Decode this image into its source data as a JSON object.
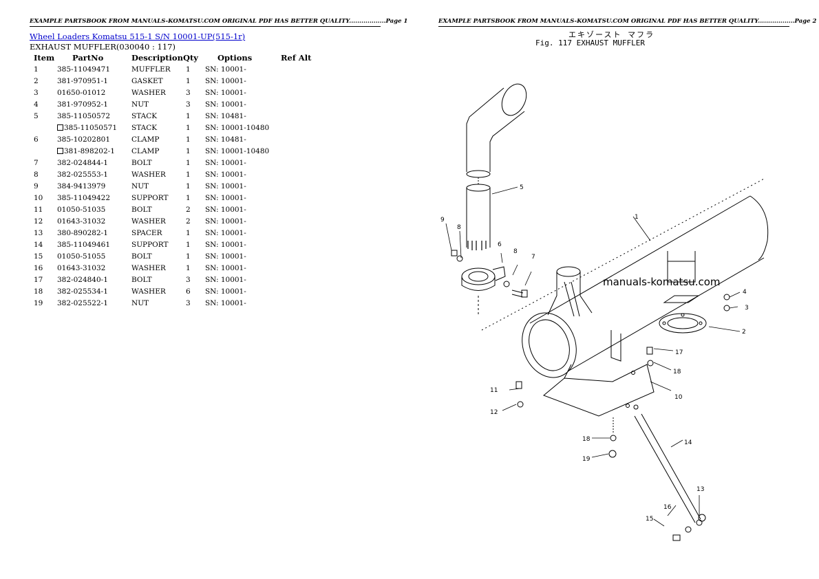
{
  "header": {
    "left": "EXAMPLE PARTSBOOK FROM MANUALS-KOMATSU.COM ORIGINAL PDF HAS BETTER QUALITY..................Page 1",
    "right": "EXAMPLE PARTSBOOK FROM MANUALS-KOMATSU.COM ORIGINAL PDF HAS BETTER QUALITY..................Page 2"
  },
  "title_link": "Wheel Loaders Komatsu  515-1  S/N  10001-UP(515-1r)",
  "subtitle": "EXHAUST MUFFLER(030040 : 117)",
  "table": {
    "headers": [
      "Item",
      "PartNo",
      "Description",
      "Qty",
      "Options",
      "Ref Alt"
    ],
    "rows": [
      {
        "item": "1",
        "alt": false,
        "part": "385-11049471",
        "desc": "MUFFLER",
        "qty": "1",
        "opt": "SN: 10001-"
      },
      {
        "item": "2",
        "alt": false,
        "part": "381-970951-1",
        "desc": "GASKET",
        "qty": "1",
        "opt": "SN: 10001-"
      },
      {
        "item": "3",
        "alt": false,
        "part": "01650-01012",
        "desc": "WASHER",
        "qty": "3",
        "opt": "SN: 10001-"
      },
      {
        "item": "4",
        "alt": false,
        "part": "381-970952-1",
        "desc": "NUT",
        "qty": "3",
        "opt": "SN: 10001-"
      },
      {
        "item": "5",
        "alt": false,
        "part": "385-11050572",
        "desc": "STACK",
        "qty": "1",
        "opt": "SN: 10481-"
      },
      {
        "item": "",
        "alt": true,
        "part": "385-11050571",
        "desc": "STACK",
        "qty": "1",
        "opt": "SN: 10001-10480"
      },
      {
        "item": "6",
        "alt": false,
        "part": "385-10202801",
        "desc": "CLAMP",
        "qty": "1",
        "opt": "SN: 10481-"
      },
      {
        "item": "",
        "alt": true,
        "part": "381-898202-1",
        "desc": "CLAMP",
        "qty": "1",
        "opt": "SN: 10001-10480"
      },
      {
        "item": "7",
        "alt": false,
        "part": "382-024844-1",
        "desc": "BOLT",
        "qty": "1",
        "opt": "SN: 10001-"
      },
      {
        "item": "8",
        "alt": false,
        "part": "382-025553-1",
        "desc": "WASHER",
        "qty": "1",
        "opt": "SN: 10001-"
      },
      {
        "item": "9",
        "alt": false,
        "part": "384-9413979",
        "desc": "NUT",
        "qty": "1",
        "opt": "SN: 10001-"
      },
      {
        "item": "10",
        "alt": false,
        "part": "385-11049422",
        "desc": "SUPPORT",
        "qty": "1",
        "opt": "SN: 10001-"
      },
      {
        "item": "11",
        "alt": false,
        "part": "01050-51035",
        "desc": "BOLT",
        "qty": "2",
        "opt": "SN: 10001-"
      },
      {
        "item": "12",
        "alt": false,
        "part": "01643-31032",
        "desc": "WASHER",
        "qty": "2",
        "opt": "SN: 10001-"
      },
      {
        "item": "13",
        "alt": false,
        "part": "380-890282-1",
        "desc": "SPACER",
        "qty": "1",
        "opt": "SN: 10001-"
      },
      {
        "item": "14",
        "alt": false,
        "part": "385-11049461",
        "desc": "SUPPORT",
        "qty": "1",
        "opt": "SN: 10001-"
      },
      {
        "item": "15",
        "alt": false,
        "part": "01050-51055",
        "desc": "BOLT",
        "qty": "1",
        "opt": "SN: 10001-"
      },
      {
        "item": "16",
        "alt": false,
        "part": "01643-31032",
        "desc": "WASHER",
        "qty": "1",
        "opt": "SN: 10001-"
      },
      {
        "item": "17",
        "alt": false,
        "part": "382-024840-1",
        "desc": "BOLT",
        "qty": "3",
        "opt": "SN: 10001-"
      },
      {
        "item": "18",
        "alt": false,
        "part": "382-025534-1",
        "desc": "WASHER",
        "qty": "6",
        "opt": "SN: 10001-"
      },
      {
        "item": "19",
        "alt": false,
        "part": "382-025522-1",
        "desc": "NUT",
        "qty": "3",
        "opt": "SN: 10001-"
      }
    ]
  },
  "figure": {
    "title_jp": "エキゾースト マフラ",
    "title_en": "Fig. 117  EXHAUST  MUFFLER",
    "watermark": "manuals-komatsu.com",
    "callouts": {
      "c1": "1",
      "c2": "2",
      "c3": "3",
      "c4": "4",
      "c5": "5",
      "c6": "6",
      "c7": "7",
      "c8a": "8",
      "c8b": "8",
      "c9": "9",
      "c10": "10",
      "c11": "11",
      "c12": "12",
      "c13": "13",
      "c14": "14",
      "c15": "15",
      "c16": "16",
      "c17": "17",
      "c18a": "18",
      "c18b": "18",
      "c19": "19"
    }
  }
}
